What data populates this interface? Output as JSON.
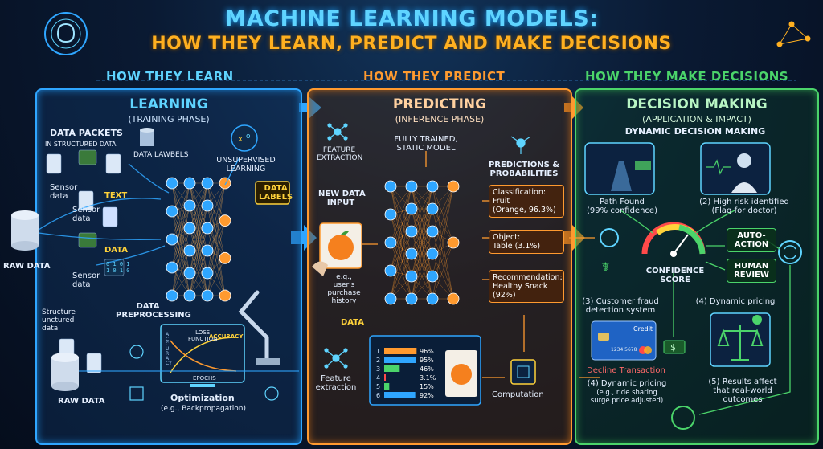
{
  "title": {
    "line1": "MACHINE LEARNING MODELS:",
    "line2": "HOW THEY LEARN, PREDICT AND MAKE DECISIONS"
  },
  "headers": {
    "learn": "HOW THEY LEARN",
    "predict": "HOW THEY PREDICT",
    "decide": "HOW THEY MAKE DECISIONS"
  },
  "learning": {
    "title": "LEARNING",
    "subtitle": "(TRAINING PHASE)",
    "data_packets": "DATA PACKETS",
    "in_structured": "IN STRUCTURED DATA",
    "data_lawbels": "DATA LAWBELS",
    "unsupervised": "UNSUPERVISED\nLEARNING",
    "sensor_data_1": "Sensor\ndata",
    "text_tag": "TEXT",
    "sensor_data_2": "Sensor\ndata",
    "data_labels": "DATA\nLABELS",
    "raw_data_1": "RAW DATA",
    "data_tag": "DATA",
    "sensor_data_3": "Sensor\ndata",
    "data_preprocessing": "DATA\nPREPROCESSING",
    "structure_unstructured": "Structure\nunctured\ndata",
    "raw_data_2": "RAW DATA",
    "loss_function": "LOSS\nFUNCTION",
    "accuracy": "ACCURACY",
    "epochs": "EPOCHS",
    "accuracy_axis": "ACCURACY",
    "optimization": "Optimization",
    "backprop": "(e.g., Backpropagation)",
    "binary": "0 1 0 1\n1 0 1 0"
  },
  "predicting": {
    "title": "PREDICTING",
    "subtitle": "(INFERENCE PHASE)",
    "feature_extraction_top": "FEATURE\nEXTRACTION",
    "fully_trained": "FULLY TRAINED,\nSTATIC MODEL",
    "predictions": "PREDICTIONS &\nPROBABILITIES",
    "new_data": "NEW DATA\nINPUT",
    "eg": "e.g.,\nuser's\npurchase\nhistory",
    "classification": "Classification:\nFruit\n(Orange, 96.3%)",
    "object": "Object:\nTable (3.1%)",
    "recommendation": "Recommendation:\nHealthy Snack\n(92%)",
    "data_tag": "DATA",
    "feature_extraction_bottom": "Feature\nextraction",
    "computation": "Computation",
    "bar_rows": [
      {
        "idx": "1",
        "val": "96%",
        "pct": 0.96,
        "color": "#ff9a2f"
      },
      {
        "idx": "2",
        "val": "95%",
        "pct": 0.95,
        "color": "#2fa6ff"
      },
      {
        "idx": "3",
        "val": "46%",
        "pct": 0.46,
        "color": "#4bd46a"
      },
      {
        "idx": "4",
        "val": "3.1%",
        "pct": 0.031,
        "color": "#ff4a4a"
      },
      {
        "idx": "5",
        "val": "15%",
        "pct": 0.15,
        "color": "#4bd46a"
      },
      {
        "idx": "6",
        "val": "92%",
        "pct": 0.92,
        "color": "#2fa6ff"
      }
    ]
  },
  "deciding": {
    "title": "DECISION MAKING",
    "subtitle": "(APPLICATION & IMPACT)",
    "dynamic": "DYNAMIC DECISION MAKING",
    "path_found": "Path Found\n(99% confidence)",
    "high_risk": "(2) High risk identified\n(Flag for doctor)",
    "confidence": "CONFIDENCE\nSCORE",
    "auto_action": "AUTO-\nACTION",
    "human_review": "HUMAN\nREVIEW",
    "fraud": "(3) Customer fraud\ndetection system",
    "pricing_top": "(4) Dynamic pricing",
    "credit": "Credit",
    "card_number": "1234 5678",
    "decline": "Decline Transaction",
    "pricing_bottom": "(4) Dynamic pricing",
    "pricing_eg": "(e.g., ride sharing\nsurge price adjusted)",
    "results": "(5) Results affect\nthat real-world\noutcomes"
  },
  "colors": {
    "blue": "#2fa6ff",
    "orange": "#ff9a2f",
    "green": "#4bd46a",
    "yellow": "#ffd23a",
    "cyan": "#5fd4ff"
  }
}
